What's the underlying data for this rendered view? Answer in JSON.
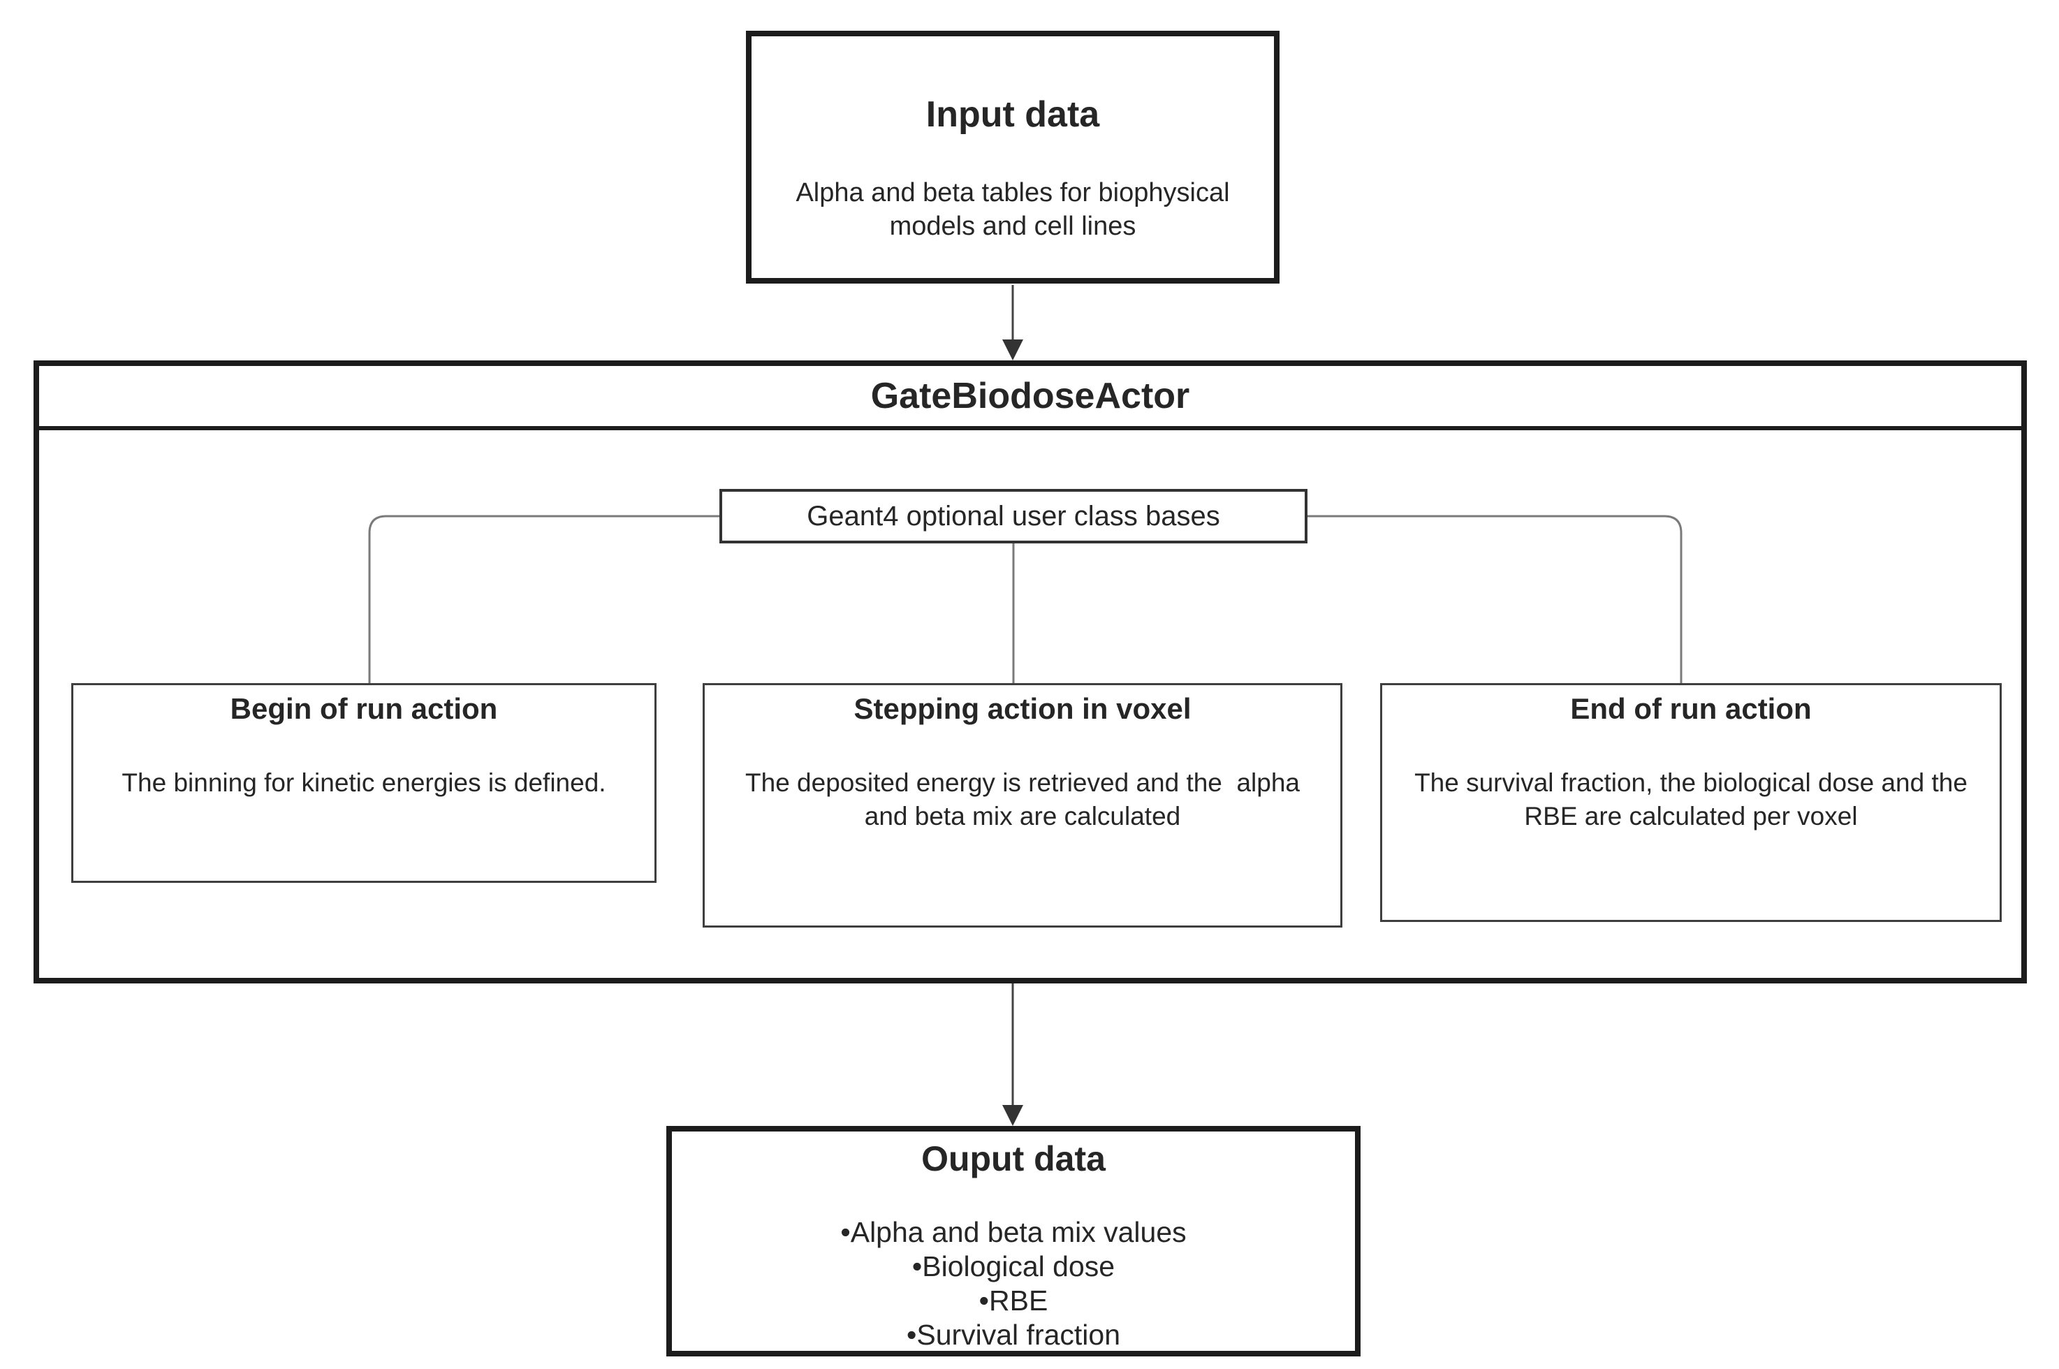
{
  "diagram": {
    "input_box": {
      "title": "Input data",
      "lines": [
        "Alpha and beta tables for biophysical",
        "models and cell lines"
      ]
    },
    "actor_container": {
      "title": "GateBiodoseActor"
    },
    "geant4_box": {
      "label": "Geant4 optional user class bases"
    },
    "begin_box": {
      "title": "Begin of run action",
      "lines": [
        "The binning for kinetic energies is defined."
      ]
    },
    "stepping_box": {
      "title": "Stepping action in voxel",
      "lines": [
        "The deposited energy is retrieved and the  alpha",
        "and beta mix are calculated"
      ]
    },
    "end_box": {
      "title": "End of run action",
      "lines": [
        "The survival fraction, the biological dose and the",
        "RBE are calculated per voxel"
      ]
    },
    "output_box": {
      "title": "Ouput data",
      "items": [
        "Alpha and beta mix values",
        "Biological dose",
        "RBE",
        "Survival fraction"
      ]
    },
    "colors": {
      "background": "#ffffff",
      "text": "#262626",
      "border_thick": "#1c1c1c",
      "border_thin": "#3f3f3f",
      "connector": "#7a7a7a",
      "arrow": "#444444"
    }
  }
}
